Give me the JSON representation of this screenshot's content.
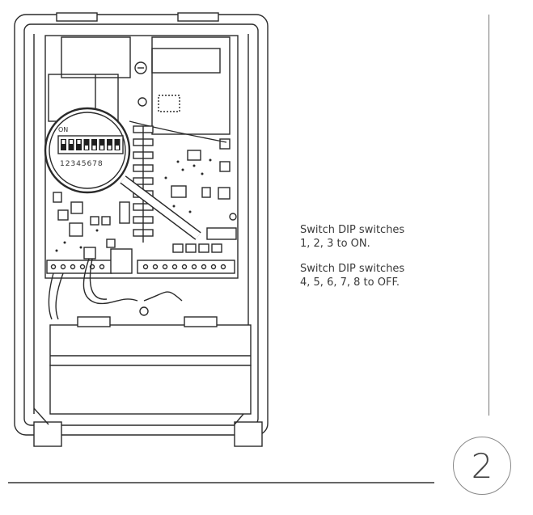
{
  "instructions": [
    "Switch DIP switches\n1, 2, 3 to ON.",
    "Switch DIP switches\n4, 5, 6, 7, 8 to OFF."
  ],
  "step_number": "2",
  "dip_switch": {
    "on_label": "ON",
    "numbers": "12345678"
  }
}
